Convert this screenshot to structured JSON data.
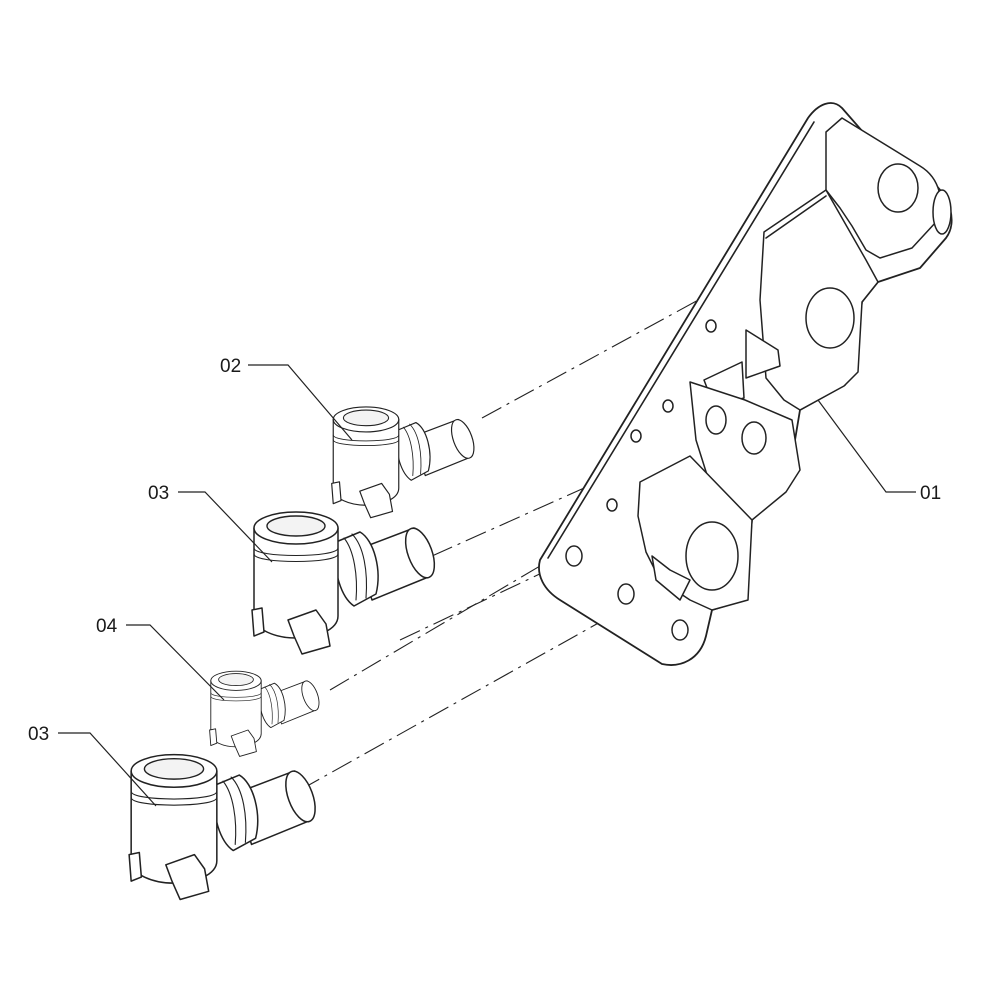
{
  "diagram": {
    "parts": [
      {
        "id": "bracket",
        "callout": "01",
        "icon": "mounting-bracket"
      },
      {
        "id": "elbow-small-top",
        "callout": "02",
        "icon": "elbow-fitting"
      },
      {
        "id": "elbow-large-upper",
        "callout": "03",
        "icon": "elbow-fitting"
      },
      {
        "id": "elbow-mini",
        "callout": "04",
        "icon": "elbow-fitting"
      },
      {
        "id": "elbow-large-lower",
        "callout": "03",
        "icon": "elbow-fitting"
      }
    ],
    "line_color": "#222222",
    "background": "#ffffff"
  }
}
